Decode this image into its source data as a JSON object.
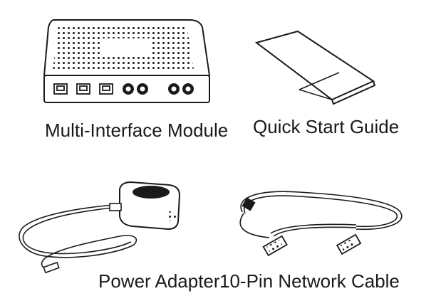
{
  "package_contents": {
    "items": [
      {
        "label": "Multi-Interface Module",
        "icon": "module-icon"
      },
      {
        "label": "Quick Start Guide",
        "icon": "booklet-icon"
      },
      {
        "label": "Power Adapter",
        "icon": "power-adapter-icon"
      },
      {
        "label": "10-Pin Network Cable",
        "icon": "network-cable-icon"
      }
    ]
  },
  "colors": {
    "line": "#1a1a1a",
    "background": "#ffffff"
  }
}
